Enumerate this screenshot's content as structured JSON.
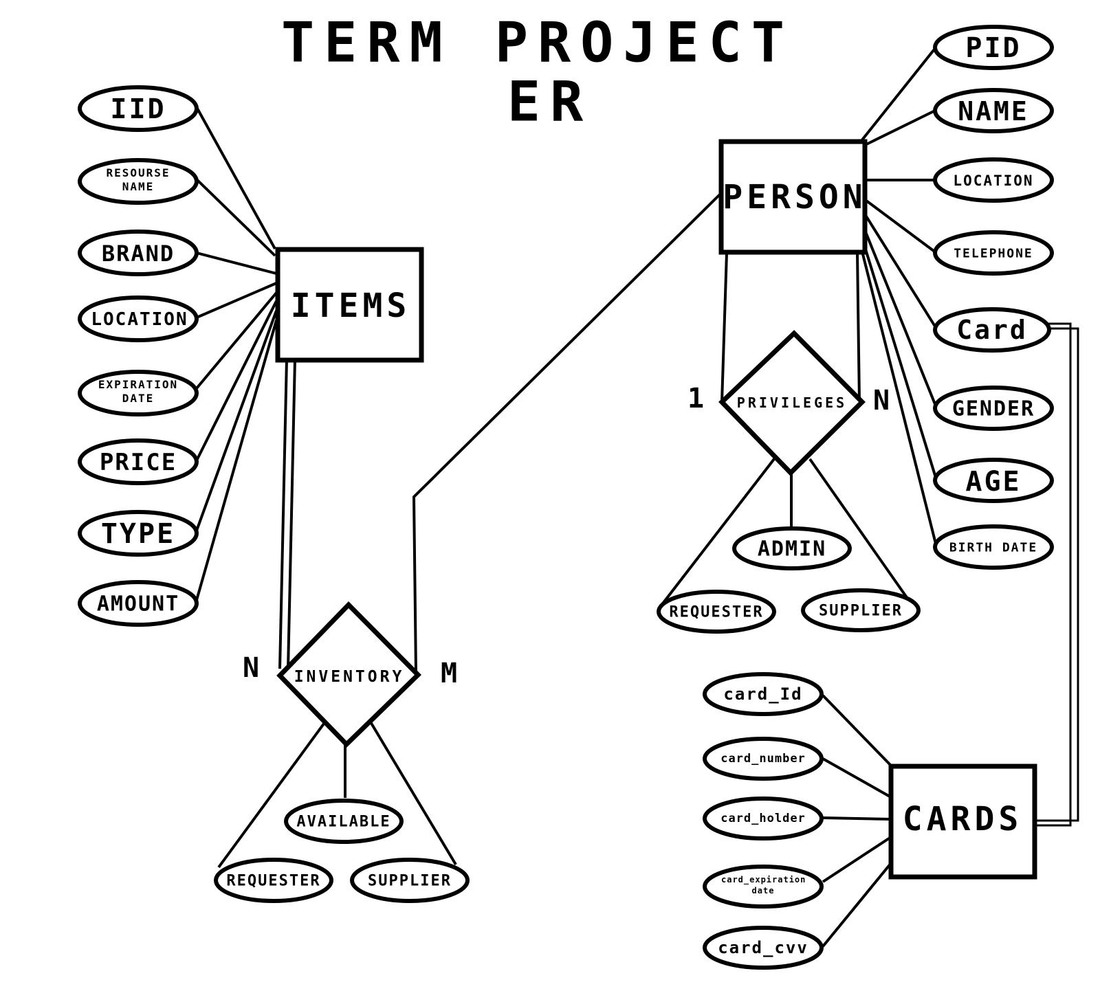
{
  "title": {
    "line1": "TERM PROJECT",
    "line2": "ER"
  },
  "entities": {
    "items": "ITEMS",
    "person": "PERSON",
    "cards": "CARDS"
  },
  "relationships": {
    "inventory": {
      "label": "INVENTORY",
      "cardinality_left": "N",
      "cardinality_right": "M",
      "attributes": [
        "AVAILABLE",
        "REQUESTER",
        "SUPPLIER"
      ]
    },
    "privileges": {
      "label": "PRIVILEGES",
      "cardinality_left": "1",
      "cardinality_right": "N",
      "attributes": [
        "ADMIN",
        "REQUESTER",
        "SUPPLIER"
      ]
    }
  },
  "items_attributes": [
    "IID",
    "RESOURSE NAME",
    "BRAND",
    "LOCATION",
    "EXPIRATION DATE",
    "PRICE",
    "TYPE",
    "AMOUNT"
  ],
  "person_attributes": [
    "PID",
    "NAME",
    "LOCATION",
    "TELEPHONE",
    "Card",
    "GENDER",
    "AGE",
    "BIRTH DATE"
  ],
  "cards_attributes": [
    "card_Id",
    "card_number",
    "card_holder",
    "card_expiration date",
    "card_cvv"
  ]
}
